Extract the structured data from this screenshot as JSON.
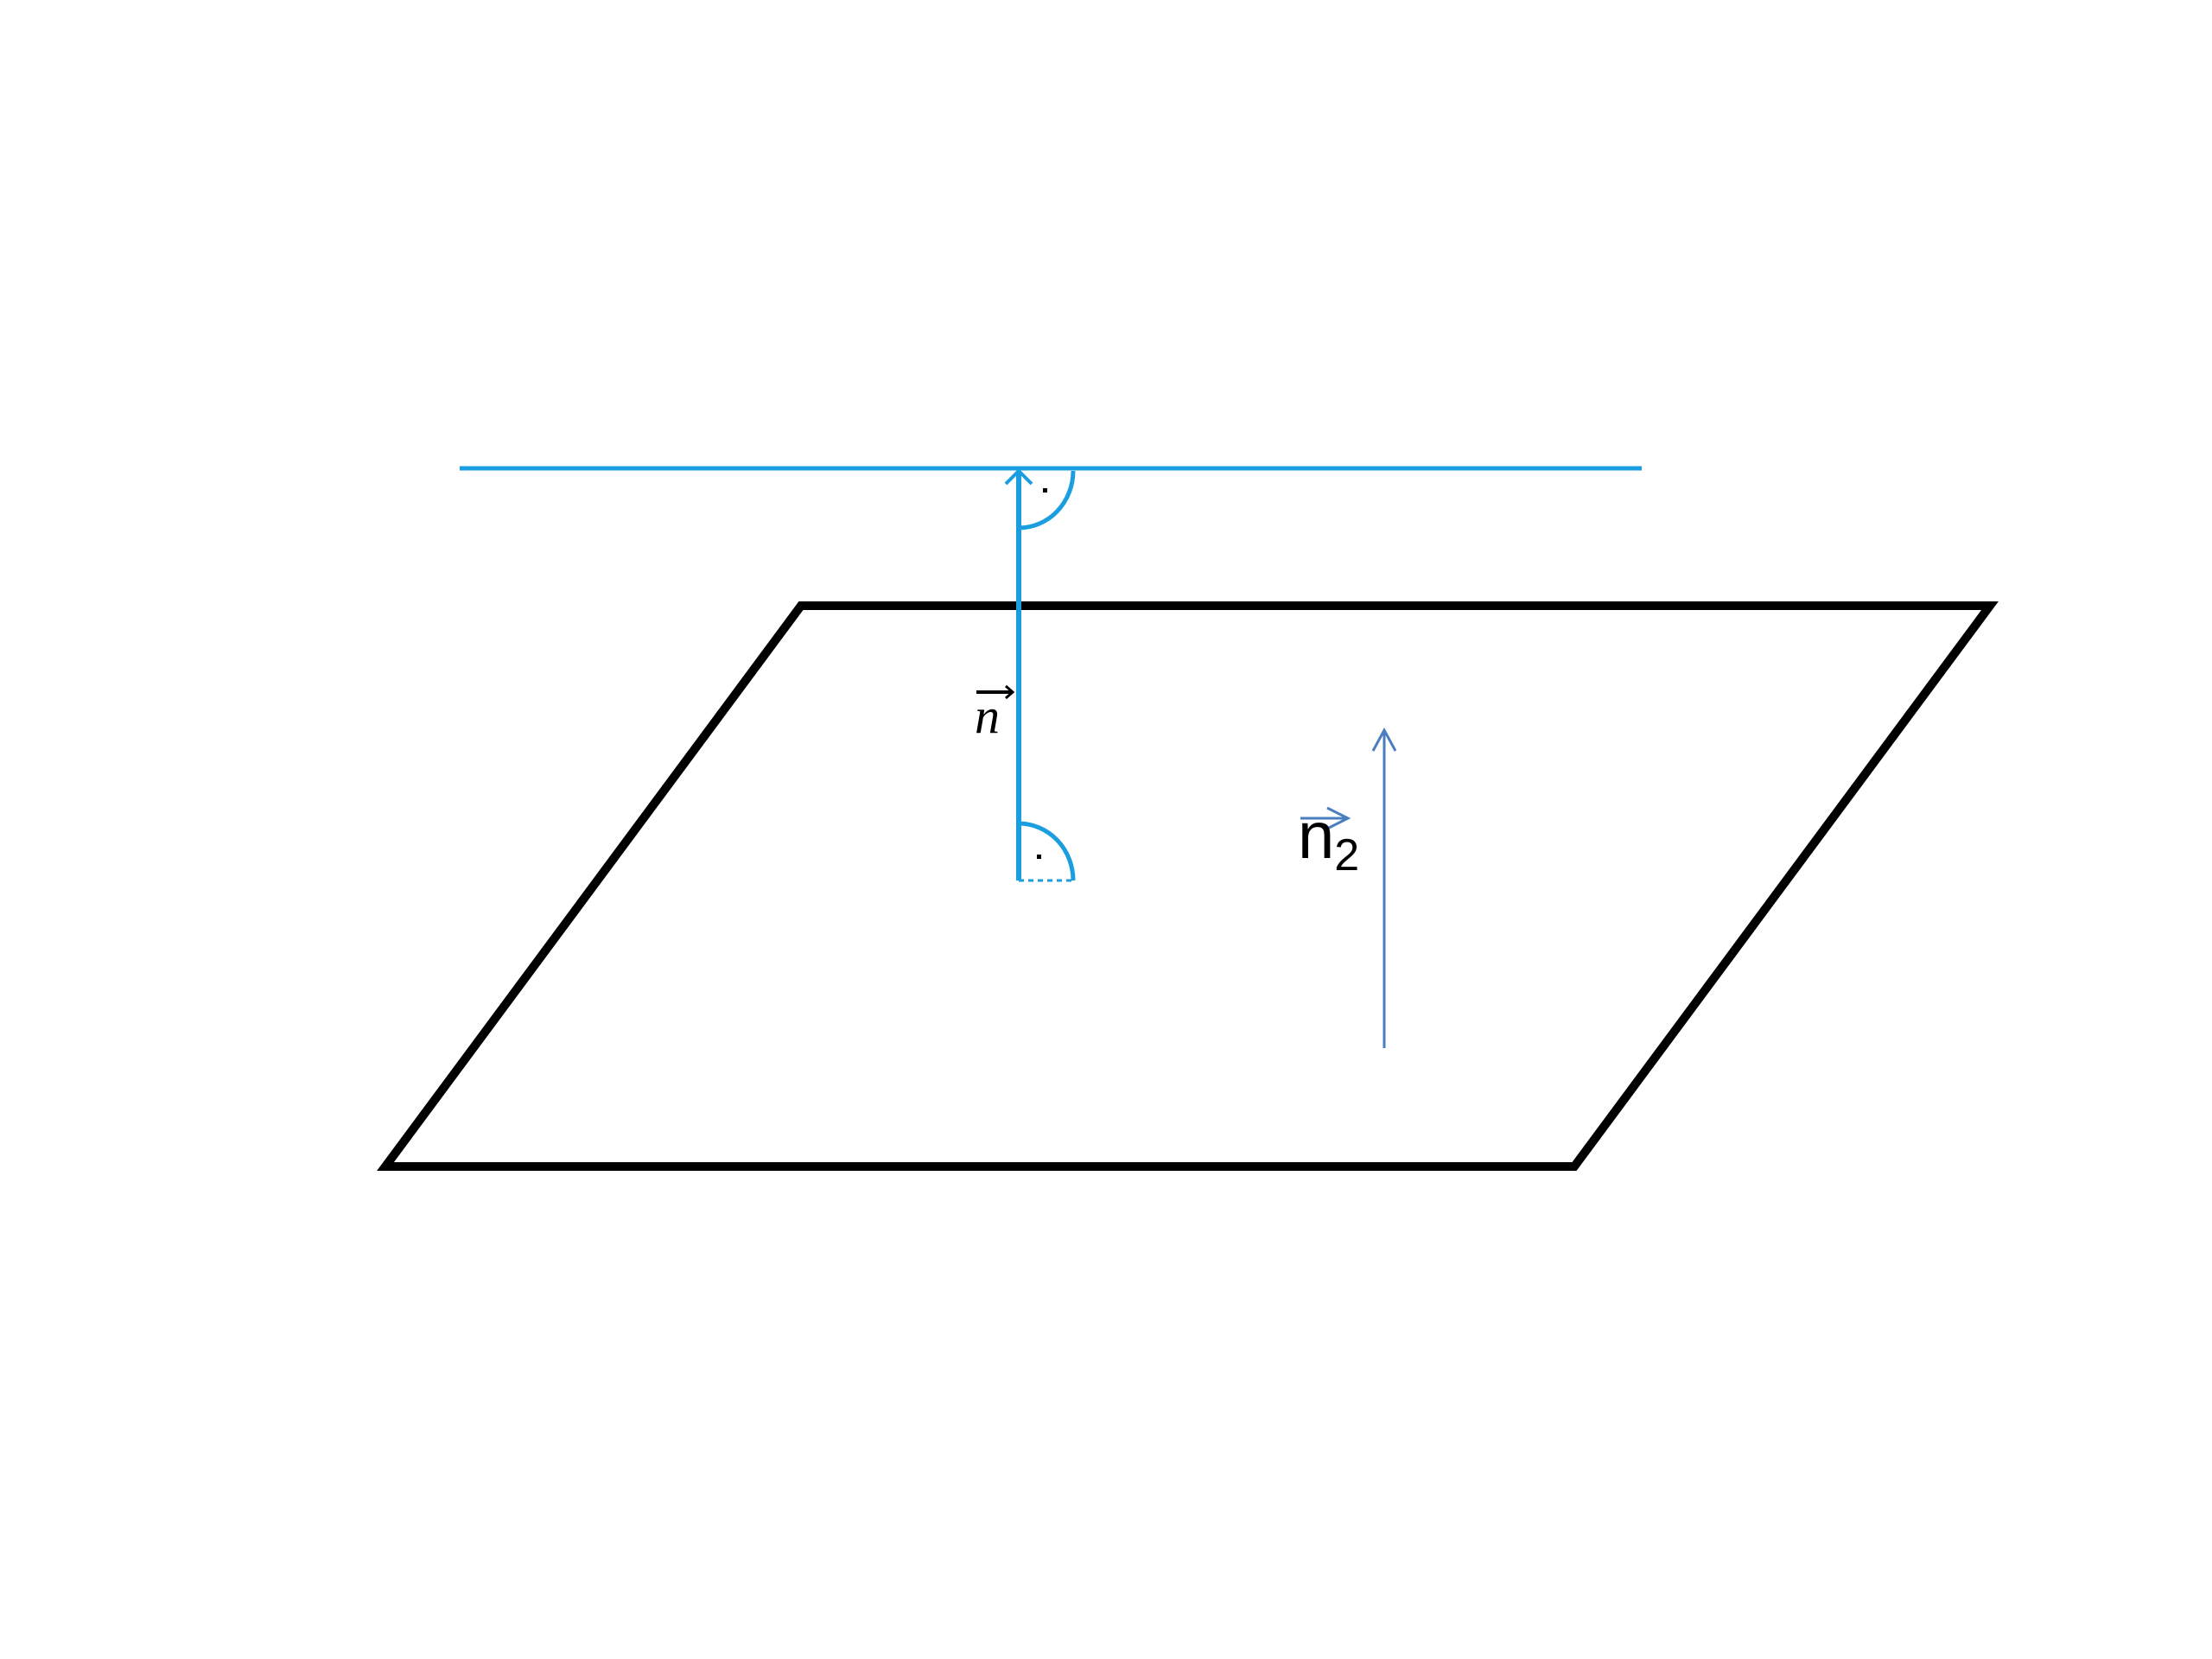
{
  "labels": {
    "normal_vector": "n",
    "normal_vector_2": "n",
    "normal_vector_2_subscript": "2"
  },
  "colors": {
    "plane": "#000000",
    "line": "#1a9ee0",
    "normal_2": "#4a7ebf"
  }
}
